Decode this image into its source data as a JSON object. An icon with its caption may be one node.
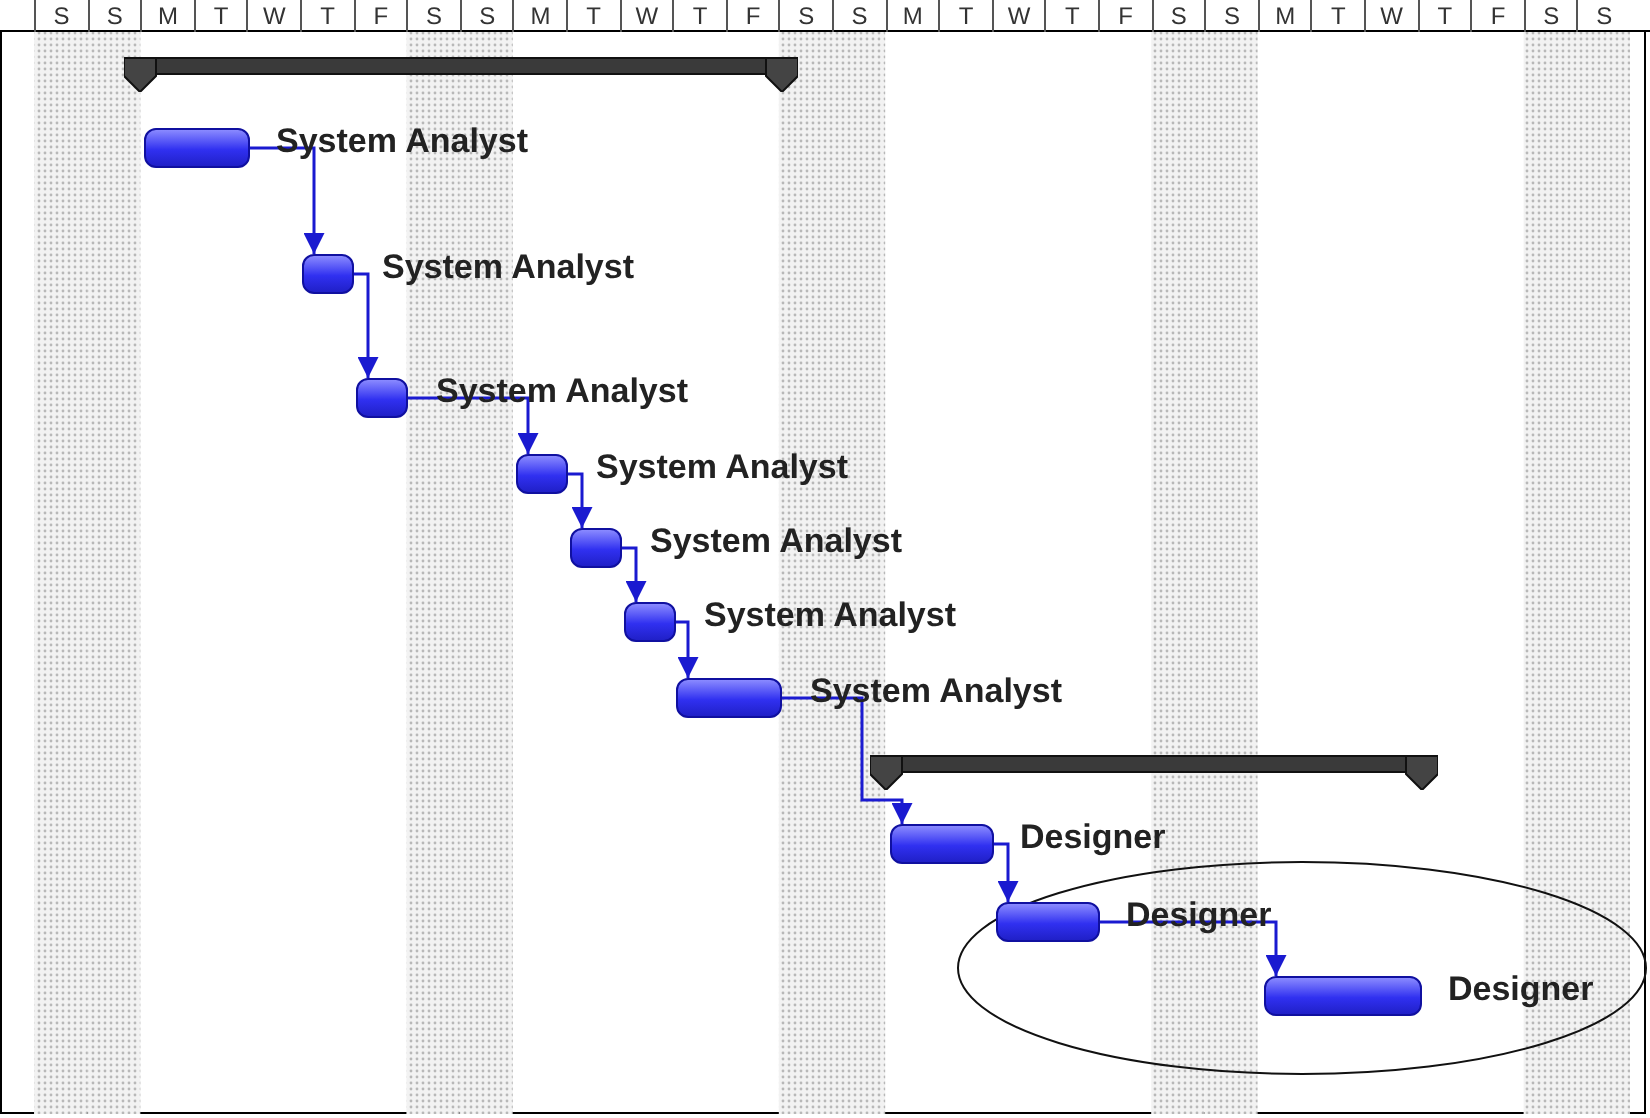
{
  "diagram": {
    "nodes": [
      {
        "text": [],
        "shape": "bar"
      },
      {
        "text": [],
        "shape": "box",
        "beside": [
          "System Analyst"
        ]
      },
      {
        "text": [],
        "shape": "box",
        "beside": [
          "System Analyst"
        ]
      },
      {
        "text": [],
        "shape": "box",
        "beside": [
          "System Analyst"
        ]
      },
      {
        "text": [],
        "shape": "box",
        "beside": [
          "System Analyst"
        ]
      },
      {
        "text": [],
        "shape": "box",
        "beside": [
          "System Analyst"
        ]
      },
      {
        "text": [],
        "shape": "box",
        "beside": [
          "System Analyst"
        ]
      },
      {
        "text": [],
        "shape": "box",
        "beside": [
          "System Analyst"
        ]
      },
      {
        "text": [],
        "shape": "bar"
      },
      {
        "text": [],
        "shape": "box",
        "beside": [
          "Designer"
        ]
      },
      {
        "text": [],
        "shape": "box",
        "beside": [
          "Designer"
        ]
      },
      {
        "text": [],
        "shape": "box",
        "beside": [
          "Designer"
        ]
      }
    ],
    "edges": [
      {
        "from": 1,
        "to": 2,
        "arrow": "to"
      },
      {
        "from": 2,
        "to": 3,
        "arrow": "to"
      },
      {
        "from": 3,
        "to": 4,
        "arrow": "to"
      },
      {
        "from": 4,
        "to": 5,
        "arrow": "to"
      },
      {
        "from": 5,
        "to": 6,
        "arrow": "to"
      },
      {
        "from": 6,
        "to": 7,
        "arrow": "to"
      },
      {
        "from": 7,
        "to": 9,
        "arrow": "to"
      },
      {
        "from": 9,
        "to": 10,
        "arrow": "to"
      },
      {
        "from": 10,
        "to": 11,
        "arrow": "to"
      }
    ],
    "labels": [
      "S",
      "S",
      "M",
      "T",
      "W",
      "T",
      "F",
      "S",
      "S",
      "M",
      "T",
      "W",
      "T",
      "F",
      "S",
      "S",
      "M",
      "T",
      "W",
      "T",
      "F",
      "S",
      "S",
      "M",
      "T",
      "W",
      "T",
      "F",
      "S",
      "S"
    ]
  }
}
